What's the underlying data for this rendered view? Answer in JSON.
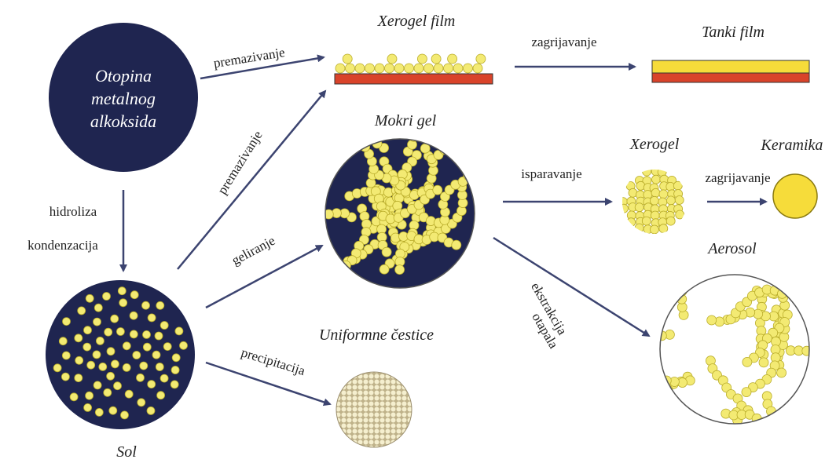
{
  "nodes": {
    "solution_line1": "Otopina",
    "solution_line2": "metalnog",
    "solution_line3": "alkoksida",
    "xerogel_film": "Xerogel film",
    "thin_film": "Tanki film",
    "wet_gel": "Mokri gel",
    "xerogel": "Xerogel",
    "ceramic": "Keramika",
    "aerosol": "Aerosol",
    "uniform_particles": "Uniformne čestice",
    "sol": "Sol"
  },
  "edges": {
    "coating_top": "premazivanje",
    "coating_diag": "premazivanje",
    "heating_film": "zagrijavanje",
    "hydrolysis": "hidroliza",
    "condensation": "kondenzacija",
    "gelation": "geliranje",
    "evaporation": "isparavanje",
    "heating_ceramic": "zagrijavanje",
    "extraction_line1": "ekstrakcija",
    "extraction_line2": "otapala",
    "precipitation": "precipitacija"
  },
  "colors": {
    "navy": "#1f2550",
    "particle": "#f3ea73",
    "particle_stroke": "#b9ac2a",
    "substrate": "#d9432a",
    "film_yellow": "#f6dc3a",
    "arrow": "#3c4470"
  }
}
